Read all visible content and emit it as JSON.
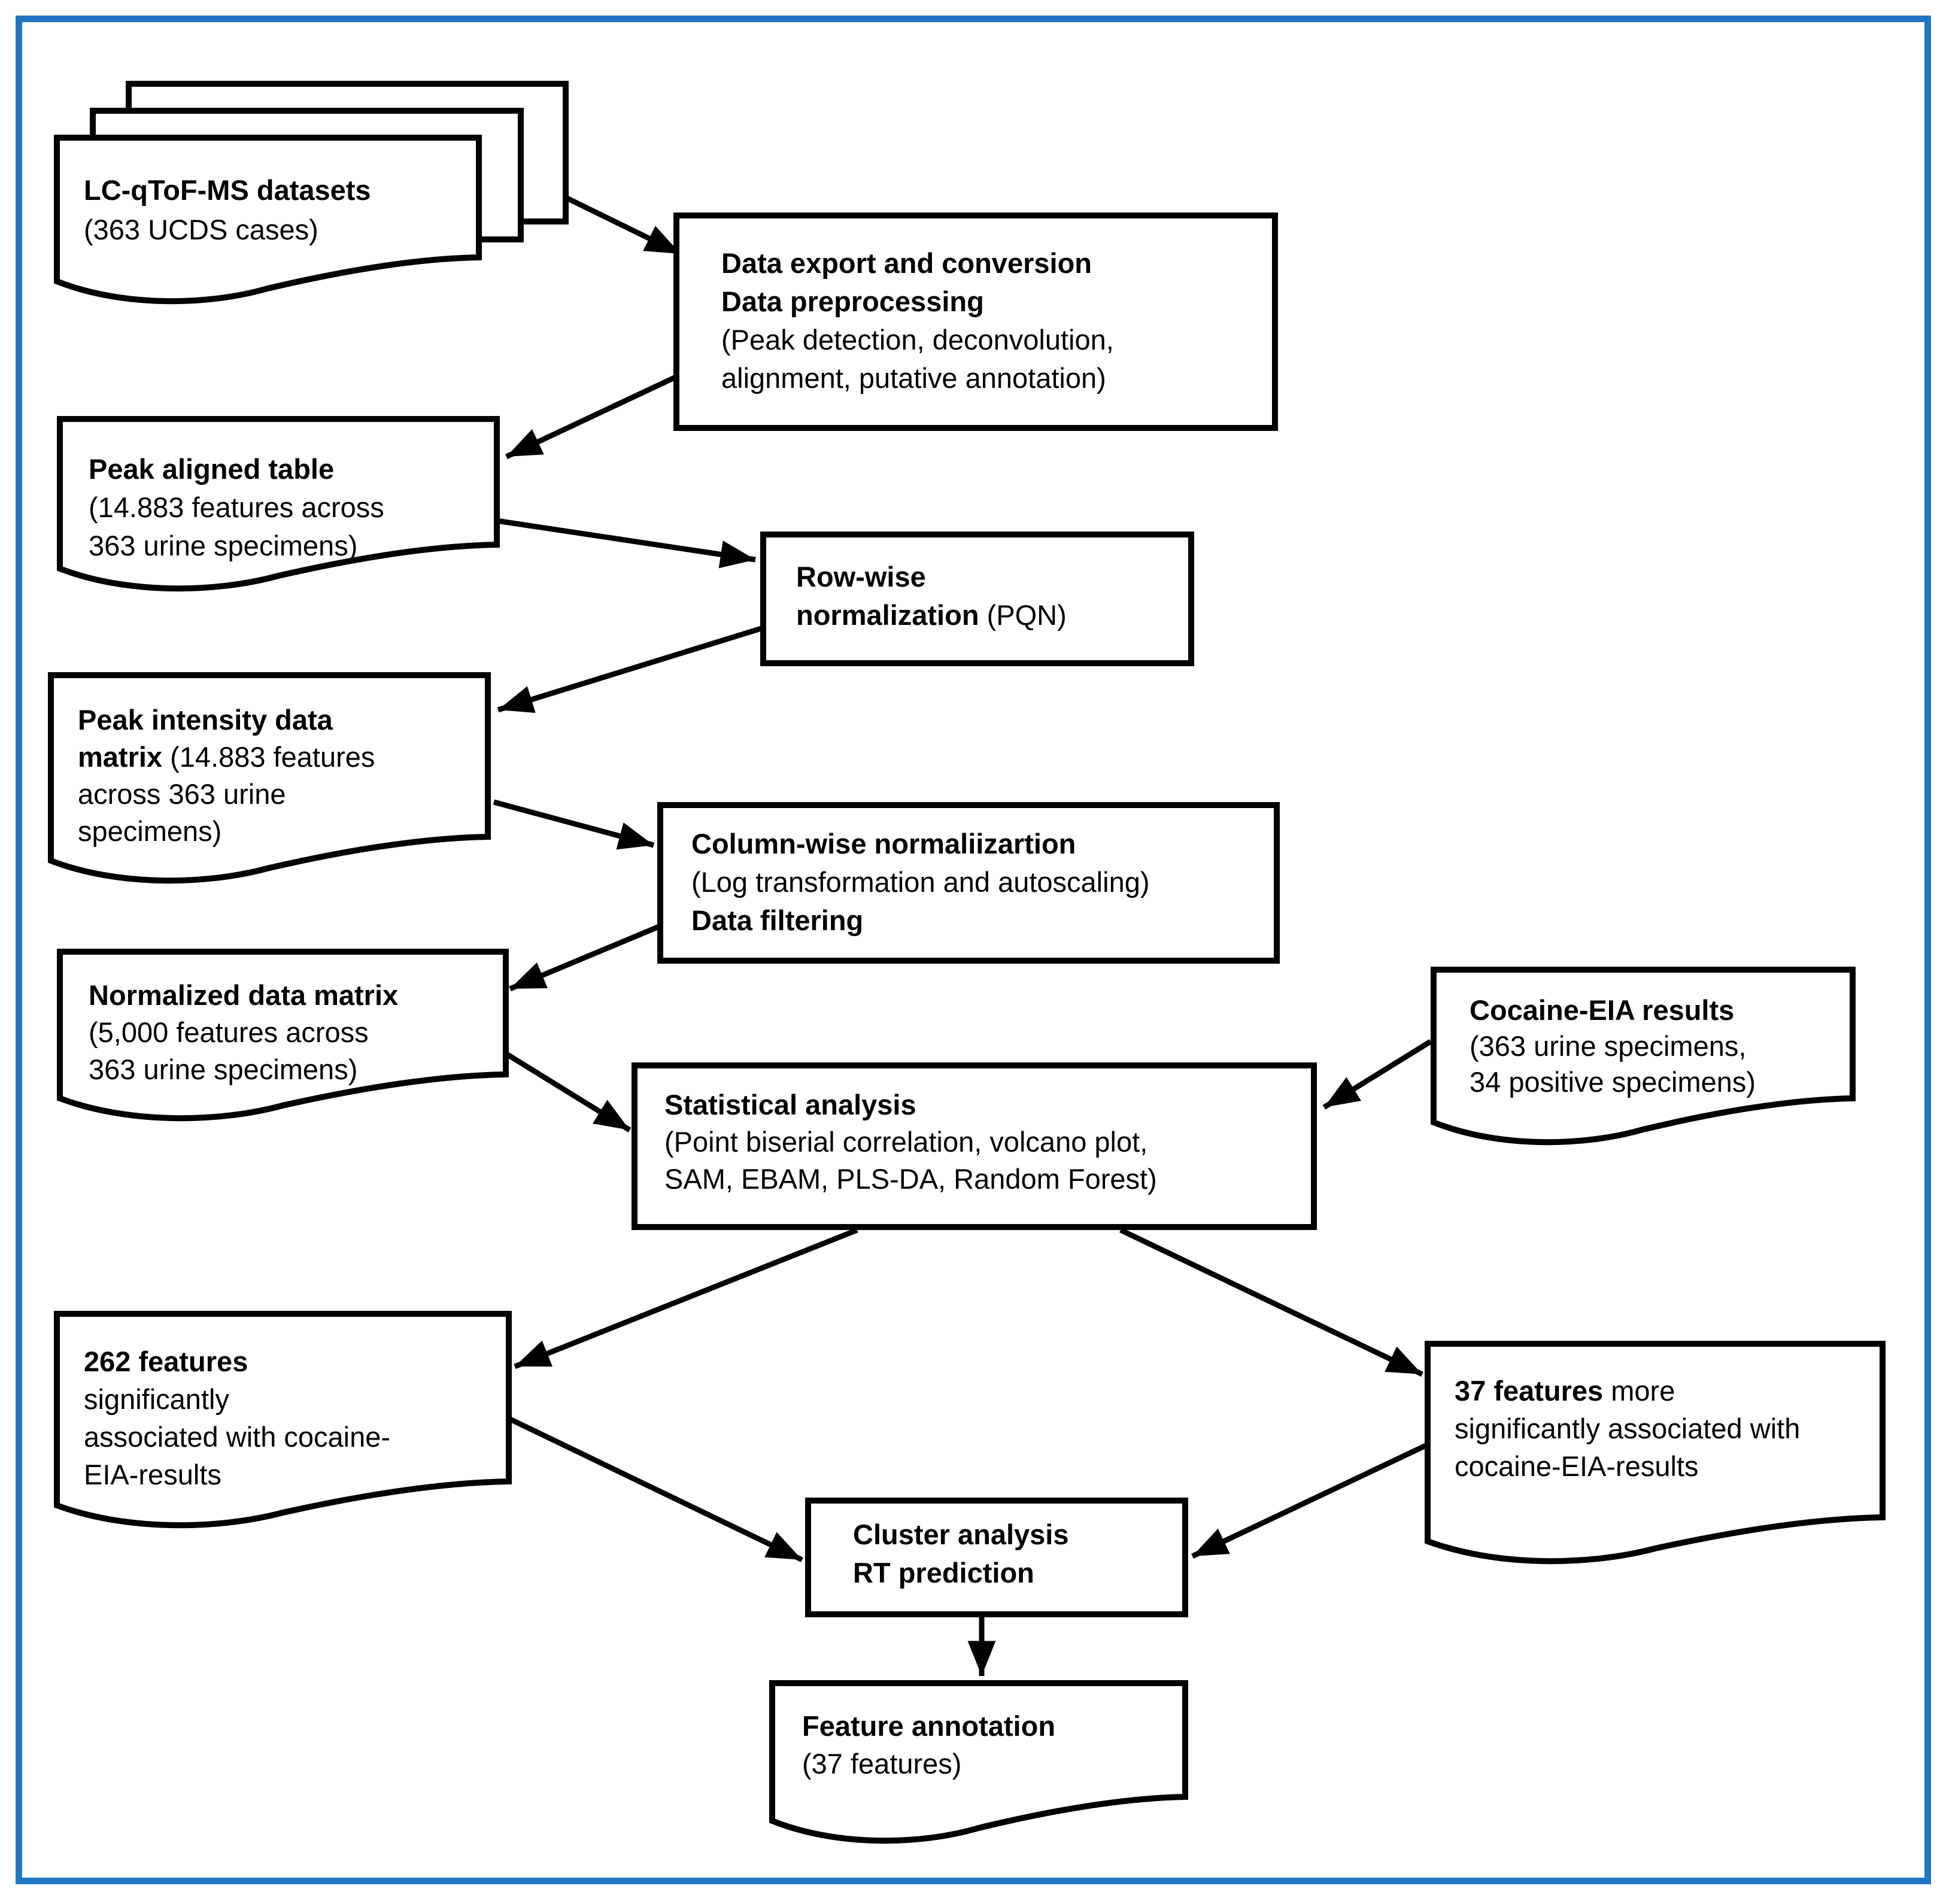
{
  "colors": {
    "frame_border": "#2176c4",
    "shape_stroke": "#000000",
    "shape_fill": "#ffffff"
  },
  "nodes": {
    "datasets": {
      "line1": "LC-qToF-MS datasets",
      "line2": "(363 UCDS cases)"
    },
    "preprocess": {
      "line1": "Data export and conversion",
      "line2": "Data preprocessing",
      "line3": "(Peak detection, deconvolution,",
      "line4": "alignment, putative annotation)"
    },
    "aligned_table": {
      "line1": "Peak aligned table",
      "line2": "(14.883 features across",
      "line3": "363 urine specimens)"
    },
    "row_wise": {
      "line1": "Row-wise",
      "line2_bold": "normalization",
      "line2_rest": " (PQN)"
    },
    "intensity_matrix": {
      "line1": "Peak intensity data",
      "line2_bold": "matrix",
      "line2_rest": " (14.883 features",
      "line3": "across 363 urine",
      "line4": "specimens)"
    },
    "column_wise": {
      "line1": "Column-wise normaliizartion",
      "line2": "(Log transformation and autoscaling)",
      "line3": "Data filtering"
    },
    "normalized_matrix": {
      "line1": "Normalized data matrix",
      "line2": "(5,000 features across",
      "line3": "363 urine specimens)"
    },
    "cocaine_eia": {
      "line1": "Cocaine-EIA results",
      "line2": "(363 urine specimens,",
      "line3": "34 positive specimens)"
    },
    "statistical": {
      "line1": "Statistical analysis",
      "line2": "(Point biserial correlation, volcano plot,",
      "line3": "SAM, EBAM, PLS-DA, Random Forest)"
    },
    "features_262": {
      "line1_bold": "262 features",
      "line2": "significantly",
      "line3": "associated with cocaine-",
      "line4": "EIA-results"
    },
    "features_37": {
      "line1_bold": "37 features",
      "line1_rest": " more",
      "line2": "significantly associated with",
      "line3": "cocaine-EIA-results"
    },
    "cluster": {
      "line1": "Cluster analysis",
      "line2": "RT prediction"
    },
    "annotation": {
      "line1": "Feature annotation",
      "line2": "(37 features)"
    }
  }
}
